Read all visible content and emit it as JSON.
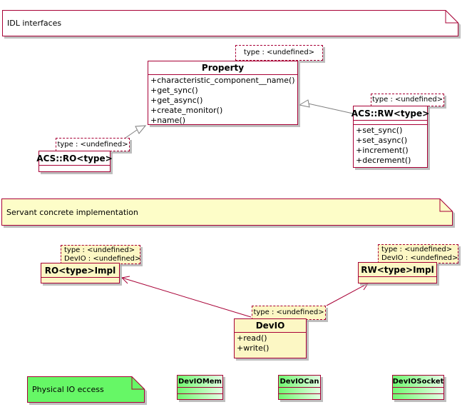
{
  "diagram_title": "UML class diagram",
  "colors": {
    "border": "#A80036",
    "generalization_line": "#808080",
    "association_line": "#A80036",
    "idl_class_fill": "#FFFFFF",
    "servant_class_fill": "#FCF7C4",
    "note_idl_fill": "#FFFFFF",
    "note_servant_fill": "#FDFDC8",
    "note_physical_fill": "#66F766",
    "mini_class_gradient_start": "#70F870",
    "mini_class_gradient_end": "#E4FFE4"
  },
  "notes": {
    "idl": {
      "text": "IDL interfaces"
    },
    "servant": {
      "text": "Servant concrete implementation"
    },
    "physical": {
      "text": "Physical IO eccess"
    }
  },
  "classes": {
    "property": {
      "name": "Property",
      "template": "type : <undefined>",
      "methods": [
        "+characteristic_component__name()",
        "+get_sync()",
        "+get_async()",
        "+create_monitor()",
        "+name()"
      ]
    },
    "acs_ro": {
      "name": "ACS::RO<type>",
      "template": "type : <undefined>"
    },
    "acs_rw": {
      "name": "ACS::RW<type>",
      "template": "type : <undefined>",
      "methods": [
        "+set_sync()",
        "+set_async()",
        "+increment()",
        "+decrement()"
      ]
    },
    "ro_impl": {
      "name": "RO<type>Impl",
      "template_lines": [
        "type : <undefined>",
        "DevIO : <undefined>"
      ]
    },
    "rw_impl": {
      "name": "RW<type>Impl",
      "template_lines": [
        "type : <undefined>",
        "DevIO : <undefined>"
      ]
    },
    "devio": {
      "name": "DevIO",
      "template": "type : <undefined>",
      "methods": [
        "+read()",
        "+write()"
      ]
    },
    "devio_mem": {
      "name": "DevIOMem"
    },
    "devio_can": {
      "name": "DevIOCan"
    },
    "devio_socket": {
      "name": "DevIOSocket"
    }
  },
  "relationships": [
    {
      "type": "generalization",
      "from": "ACS::RO<type>",
      "to": "Property"
    },
    {
      "type": "generalization",
      "from": "ACS::RW<type>",
      "to": "Property"
    },
    {
      "type": "association",
      "from": "RO<type>Impl",
      "to": "DevIO"
    },
    {
      "type": "association",
      "from": "RW<type>Impl",
      "to": "DevIO"
    }
  ]
}
